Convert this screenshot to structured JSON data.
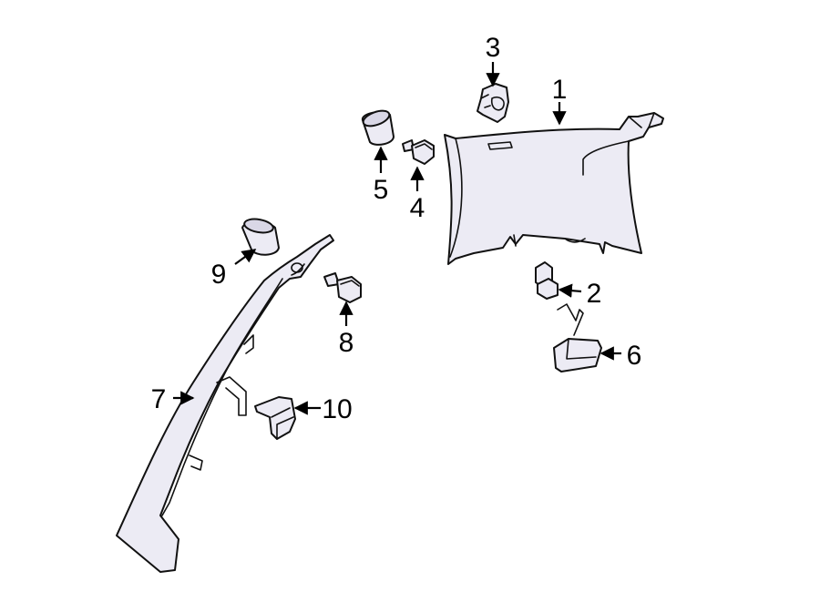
{
  "callouts": {
    "c1": "1",
    "c2": "2",
    "c3": "3",
    "c4": "4",
    "c5": "5",
    "c6": "6",
    "c7": "7",
    "c8": "8",
    "c9": "9",
    "c10": "10"
  },
  "colors": {
    "part_fill": "#ecebf4",
    "line": "#111111",
    "background": "#ffffff"
  }
}
